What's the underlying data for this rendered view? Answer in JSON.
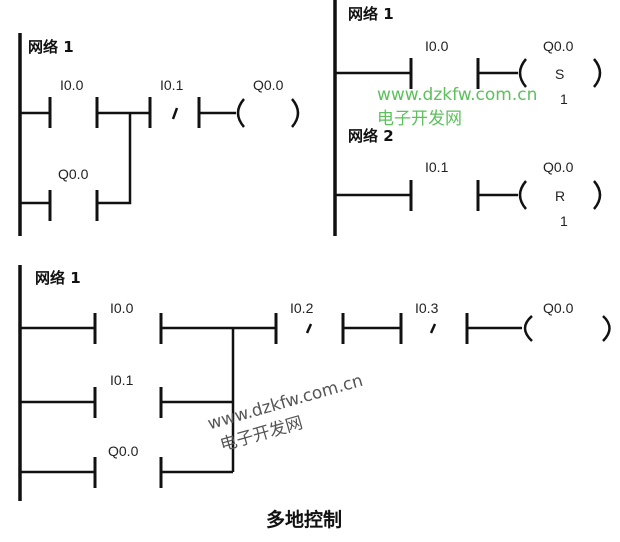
{
  "diagram_a": {
    "network_label": "网络 1",
    "contacts": [
      "I0.0",
      "I0.1",
      "Q0.0"
    ],
    "coil": "Q0.0"
  },
  "diagram_b": {
    "network1": {
      "label": "网络 1",
      "contact": "I0.0",
      "coil": "Q0.0",
      "coil_type": "S",
      "count": "1"
    },
    "network2": {
      "label": "网络 2",
      "contact": "I0.1",
      "coil": "Q0.0",
      "coil_type": "R",
      "count": "1"
    }
  },
  "diagram_c": {
    "network_label": "网络 1",
    "contacts": [
      "I0.0",
      "I0.1",
      "Q0.0",
      "I0.2",
      "I0.3"
    ],
    "coil": "Q0.0",
    "caption": "多地控制"
  },
  "watermark": {
    "url": "www.dzkfw.com.cn",
    "name": "电子开发网"
  }
}
